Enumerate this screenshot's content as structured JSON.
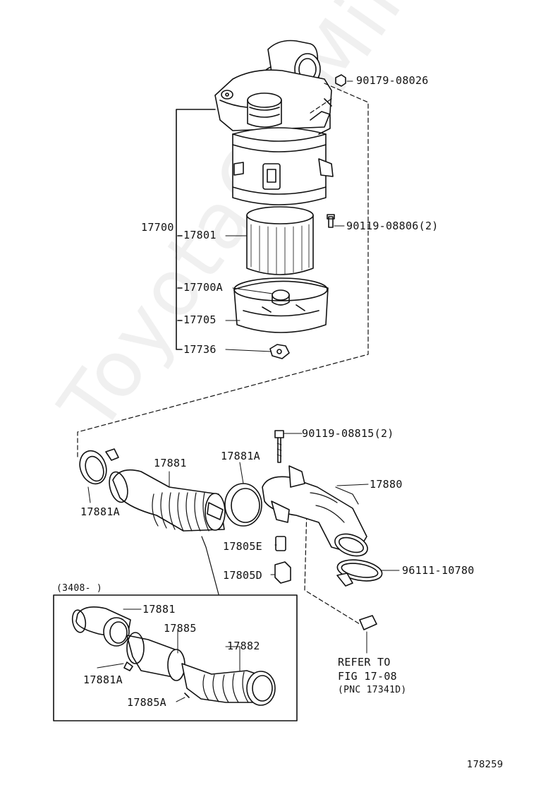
{
  "watermark": "ToyotaCarMine.ru",
  "figure_id": "178259",
  "labels": {
    "p90179_08026": "90179-08026",
    "p17700": "17700",
    "p17801": "17801",
    "p90119_08806": "90119-08806(2)",
    "p17700A": "17700A",
    "p17705": "17705",
    "p17736": "17736",
    "p90119_08815": "90119-08815(2)",
    "p17881_top": "17881",
    "p17881A_top": "17881A",
    "p17880": "17880",
    "p17881A_left": "17881A",
    "p17805E": "17805E",
    "p17805D": "17805D",
    "p96111_10780": "96111-10780",
    "inset_range": "(3408-      )",
    "p17881_inset": "17881",
    "p17885": "17885",
    "p17882": "17882",
    "p17881A_inset": "17881A",
    "p17885A": "17885A"
  },
  "refer": {
    "line1": "REFER TO",
    "line2": "FIG 17-08",
    "line3": "(PNC 17341D)"
  }
}
